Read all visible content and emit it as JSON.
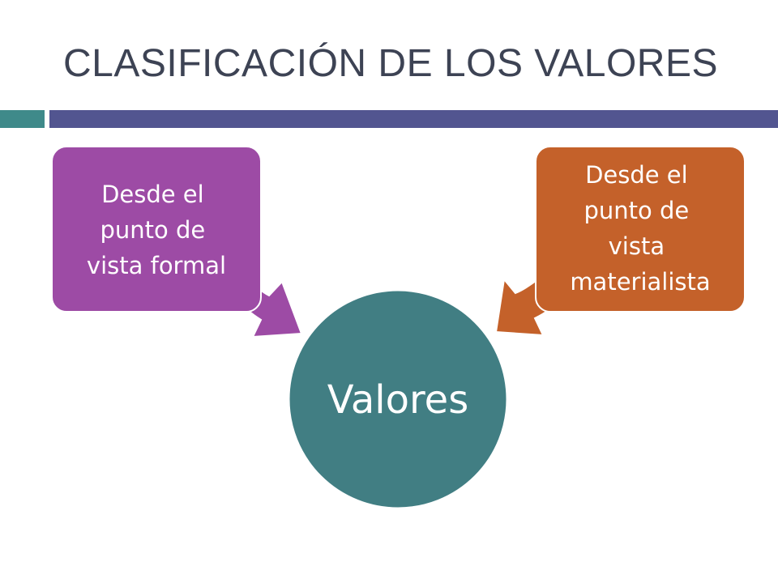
{
  "slide": {
    "title": "CLASIFICACIÓN DE LOS VALORES"
  },
  "diagram": {
    "center": {
      "label": "Valores"
    },
    "nodes": [
      {
        "lines": [
          "Desde el",
          "punto de",
          "vista formal"
        ]
      },
      {
        "lines": [
          "Desde el",
          "punto de",
          "vista",
          "materialista"
        ]
      }
    ]
  },
  "colors": {
    "title_text": "#3d4354",
    "accent_short": "#3f8a8a",
    "accent_long": "#525590",
    "center_fill": "#417e83",
    "left_node_fill": "#9d4ba5",
    "right_node_fill": "#c4612a",
    "node_text": "#ffffff"
  }
}
